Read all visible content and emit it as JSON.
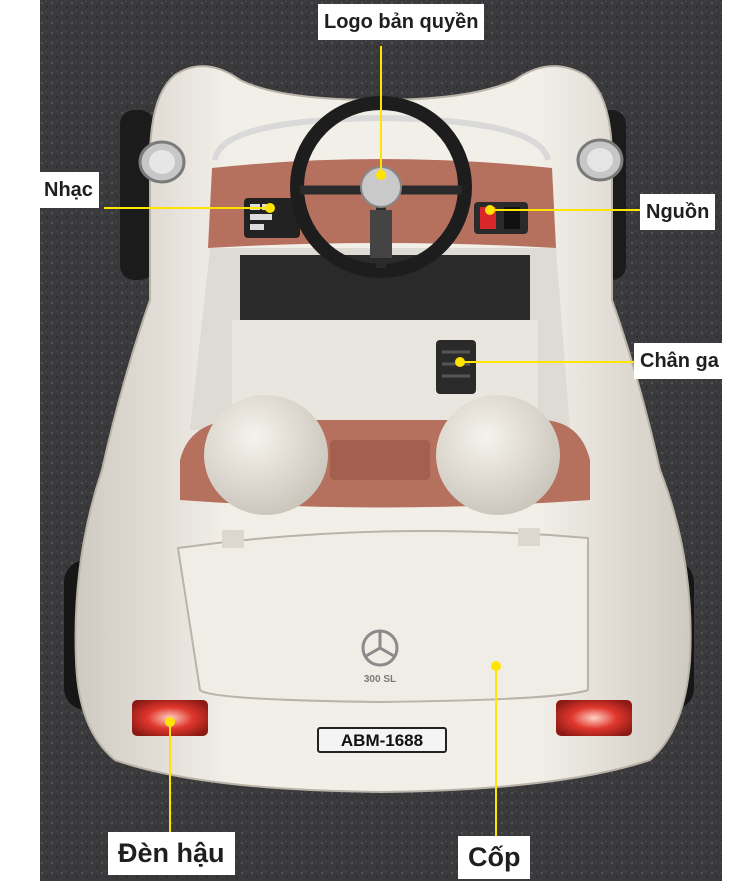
{
  "labels": {
    "logo": "Logo bản quyền",
    "nhac": "Nhạc",
    "nguon": "Nguồn",
    "chan_ga": "Chân ga",
    "den_hau": "Đèn hậu",
    "cop": "Cốp"
  },
  "license_plate": "ABM-1688",
  "badge_text": "300 SL",
  "colors": {
    "car_body": "#ece9e2",
    "interior": "#b5705e",
    "asphalt": "#3a3a3c",
    "leader_line": "#ffe400",
    "taillight": "#e0372d",
    "label_bg": "#ffffff",
    "label_text": "#1f1f1f"
  }
}
